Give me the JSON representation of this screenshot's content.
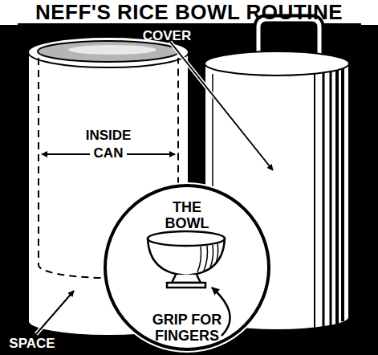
{
  "diagram": {
    "title": "NEFF'S RICE BOWL ROUTINE",
    "nodes": [
      {
        "text": [
          "THE BOWL",
          "GRIP FOR FINGERS"
        ]
      }
    ],
    "labels": [
      "COVER",
      "INSIDE CAN",
      "SPACE"
    ]
  }
}
